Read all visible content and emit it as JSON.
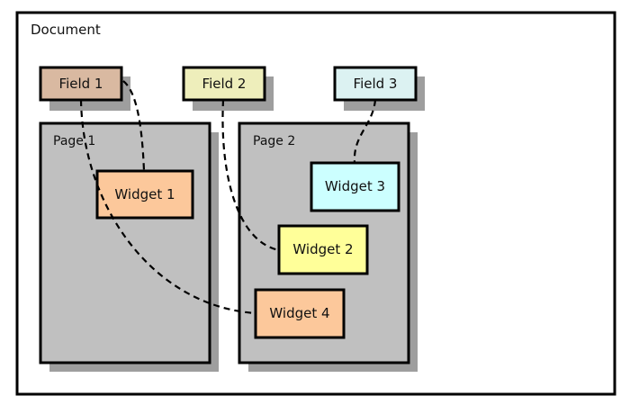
{
  "document": {
    "label": "Document"
  },
  "fields": [
    {
      "label": "Field 1",
      "color": "#d9b9a1"
    },
    {
      "label": "Field 2",
      "color": "#eeeebb"
    },
    {
      "label": "Field 3",
      "color": "#dcf2f2"
    }
  ],
  "pages": [
    {
      "label": "Page 1"
    },
    {
      "label": "Page 2"
    }
  ],
  "widgets": [
    {
      "label": "Widget 1",
      "color": "#fcc89b"
    },
    {
      "label": "Widget 2",
      "color": "#ffff99"
    },
    {
      "label": "Widget 3",
      "color": "#ccffff"
    },
    {
      "label": "Widget 4",
      "color": "#fcc89b"
    }
  ],
  "colors": {
    "shadow": "#9e9e9e",
    "page_fill": "#c0c0c0",
    "outline": "#000000"
  }
}
